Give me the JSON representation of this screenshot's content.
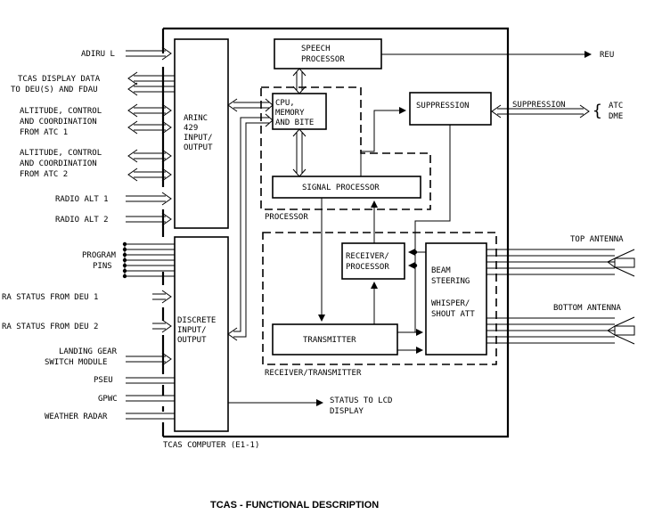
{
  "title": "TCAS - FUNCTIONAL DESCRIPTION",
  "computer_label": "TCAS COMPUTER (E1-1)",
  "blocks": {
    "arinc": [
      "ARINC",
      "429",
      "INPUT/",
      "OUTPUT"
    ],
    "discrete": [
      "DISCRETE",
      "INPUT/",
      "OUTPUT"
    ],
    "speech": [
      "SPEECH",
      "PROCESSOR"
    ],
    "cpu": [
      "CPU,",
      "MEMORY",
      "AND BITE"
    ],
    "suppression": "SUPPRESSION",
    "signal_processor": "SIGNAL PROCESSOR",
    "processor_group": "PROCESSOR",
    "receiver": [
      "RECEIVER/",
      "PROCESSOR"
    ],
    "beam": [
      "BEAM",
      "STEERING",
      "WHISPER/",
      "SHOUT ATT"
    ],
    "transmitter": "TRANSMITTER",
    "rt_group": "RECEIVER/TRANSMITTER"
  },
  "inputs": {
    "adiru": "ADIRU L",
    "tcas_display": [
      "TCAS DISPLAY DATA",
      "TO DEU(S) AND FDAU"
    ],
    "atc1": [
      "ALTITUDE, CONTROL",
      "AND COORDINATION",
      "FROM ATC 1"
    ],
    "atc2": [
      "ALTITUDE, CONTROL",
      "AND COORDINATION",
      "FROM ATC 2"
    ],
    "radio_alt_1": "RADIO ALT 1",
    "radio_alt_2": "RADIO ALT 2",
    "program_pins": [
      "PROGRAM",
      "PINS"
    ],
    "ra_status_1": "RA STATUS FROM DEU 1",
    "ra_status_2": "RA STATUS FROM DEU 2",
    "landing_gear": [
      "LANDING GEAR",
      "SWITCH MODULE"
    ],
    "pseu": "PSEU",
    "gpwc": "GPWC",
    "weather_radar": "WEATHER RADAR"
  },
  "outputs": {
    "reu": "REU",
    "suppression_bus": "SUPPRESSION",
    "atc_dme": [
      "ATC",
      "DME"
    ],
    "top_antenna": "TOP ANTENNA",
    "bottom_antenna": "BOTTOM ANTENNA",
    "status_lcd": [
      "STATUS TO LCD",
      "DISPLAY"
    ]
  }
}
